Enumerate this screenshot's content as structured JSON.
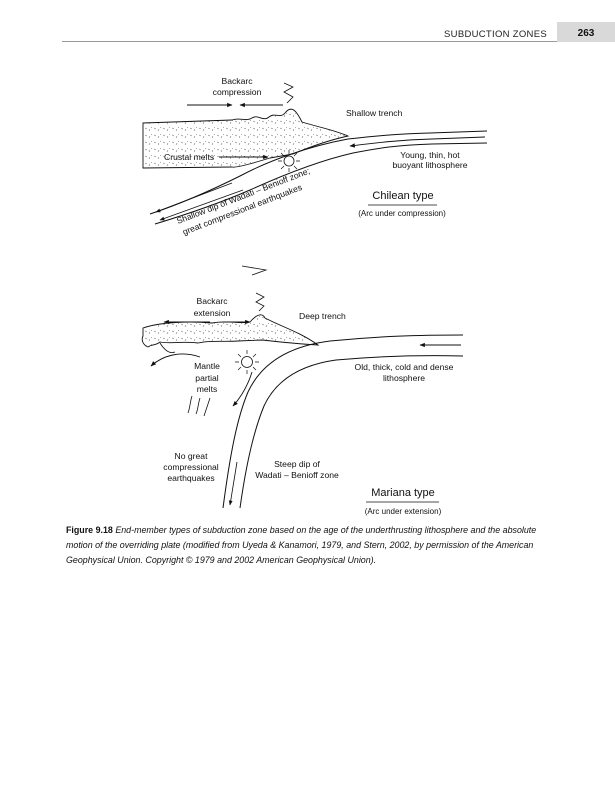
{
  "header": {
    "running_title": "SUBDUCTION ZONES",
    "page_number": "263"
  },
  "figure": {
    "chilean": {
      "backarc_line1": "Backarc",
      "backarc_line2": "compression",
      "shallow_trench": "Shallow trench",
      "crustal_melts": "Crustal melts",
      "lithosphere_line1": "Young, thin, hot",
      "lithosphere_line2": "buoyant lithosphere",
      "wadati_line1": "Shallow dip of Wadati – Benioff zone;",
      "wadati_line2": "great compressional earthquakes",
      "type_title": "Chilean type",
      "type_subtitle": "(Arc under compression)"
    },
    "mariana": {
      "backarc_line1": "Backarc",
      "backarc_line2": "extension",
      "deep_trench": "Deep trench",
      "mantle_line1": "Mantle",
      "mantle_line2": "partial",
      "mantle_line3": "melts",
      "lithosphere_line1": "Old, thick, cold and dense",
      "lithosphere_line2": "lithosphere",
      "no_eq_line1": "No great",
      "no_eq_line2": "compressional",
      "no_eq_line3": "earthquakes",
      "wadati_line1": "Steep dip of",
      "wadati_line2": "Wadati – Benioff zone",
      "type_title": "Mariana type",
      "type_subtitle": "(Arc under extension)"
    }
  },
  "caption": {
    "label": "Figure 9.18",
    "text": "End-member types of subduction zone based on the age of the underthrusting lithosphere and the absolute motion of the overriding plate (modified from Uyeda & Kanamori, 1979, and Stern, 2002, by permission of the American Geophysical Union. Copyright © 1979 and 2002 American Geophysical Union)."
  }
}
